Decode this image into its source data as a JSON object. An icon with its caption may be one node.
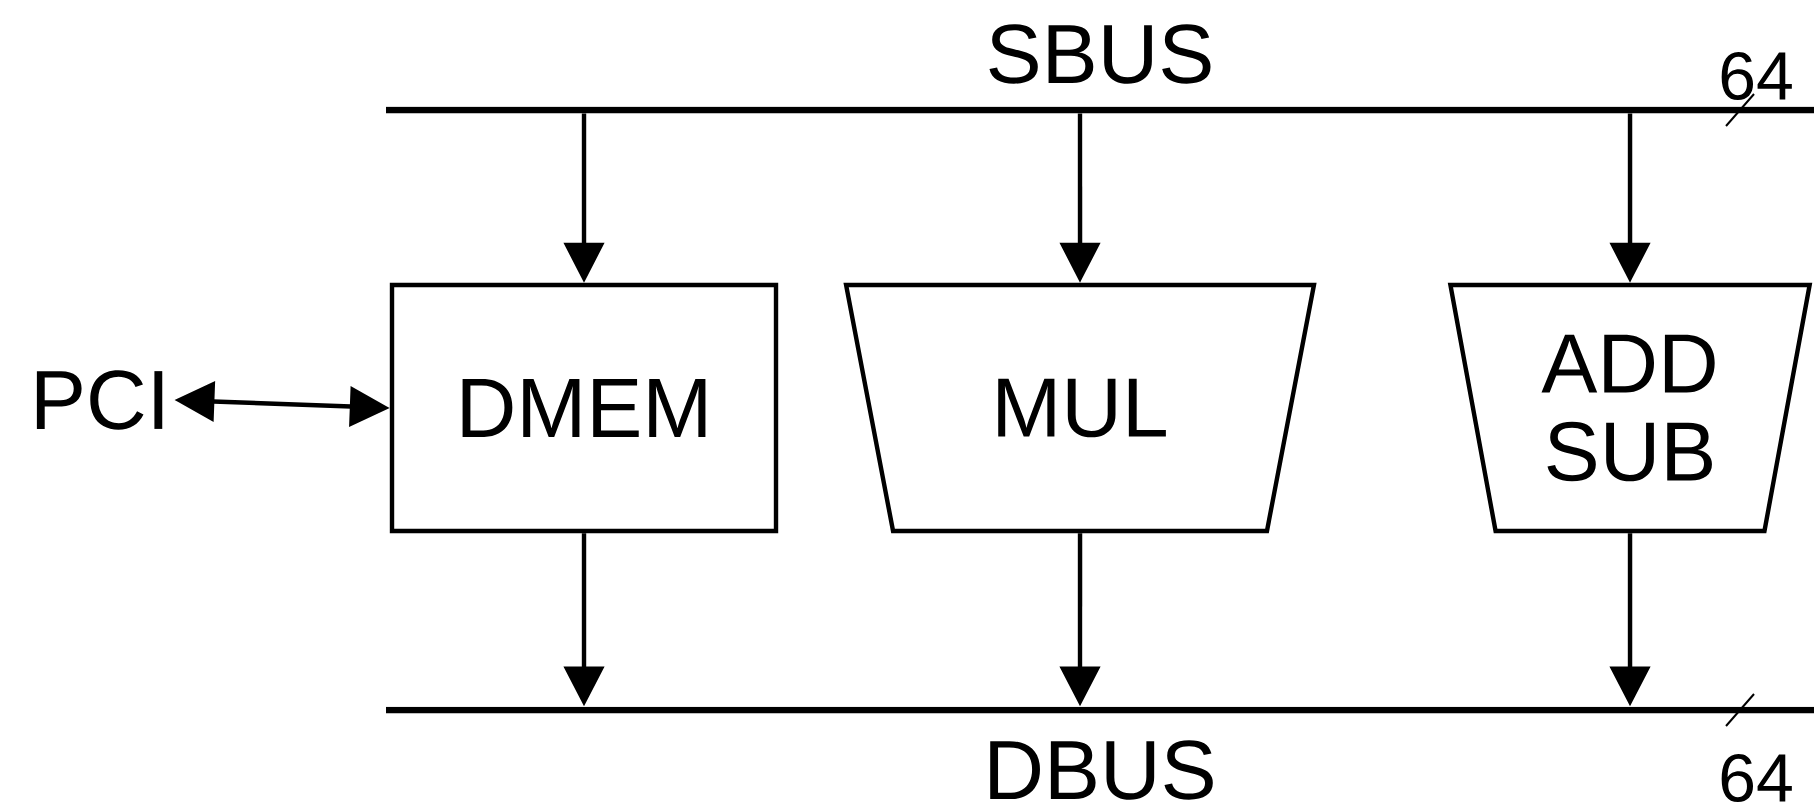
{
  "diagram": {
    "nodes": [
      {
        "text": [
          "SBUS"
        ],
        "beside": [
          "64"
        ]
      },
      {
        "text": [
          "DMEM"
        ]
      },
      {
        "text": [
          "MUL"
        ]
      },
      {
        "text": [
          "ADD SUB"
        ]
      },
      {
        "text": [
          "DBUS"
        ],
        "beside": [
          "64"
        ]
      },
      {
        "text": [
          "PCI"
        ]
      }
    ],
    "edges": [
      {
        "from": 0,
        "to": 1,
        "arrow": "to"
      },
      {
        "from": 0,
        "to": 2,
        "arrow": "to"
      },
      {
        "from": 0,
        "to": 3,
        "arrow": "to"
      },
      {
        "from": 1,
        "to": 4,
        "arrow": "to"
      },
      {
        "from": 2,
        "to": 4,
        "arrow": "to"
      },
      {
        "from": 3,
        "to": 4,
        "arrow": "to"
      },
      {
        "from": 5,
        "to": 1,
        "arrow": "both"
      }
    ]
  }
}
